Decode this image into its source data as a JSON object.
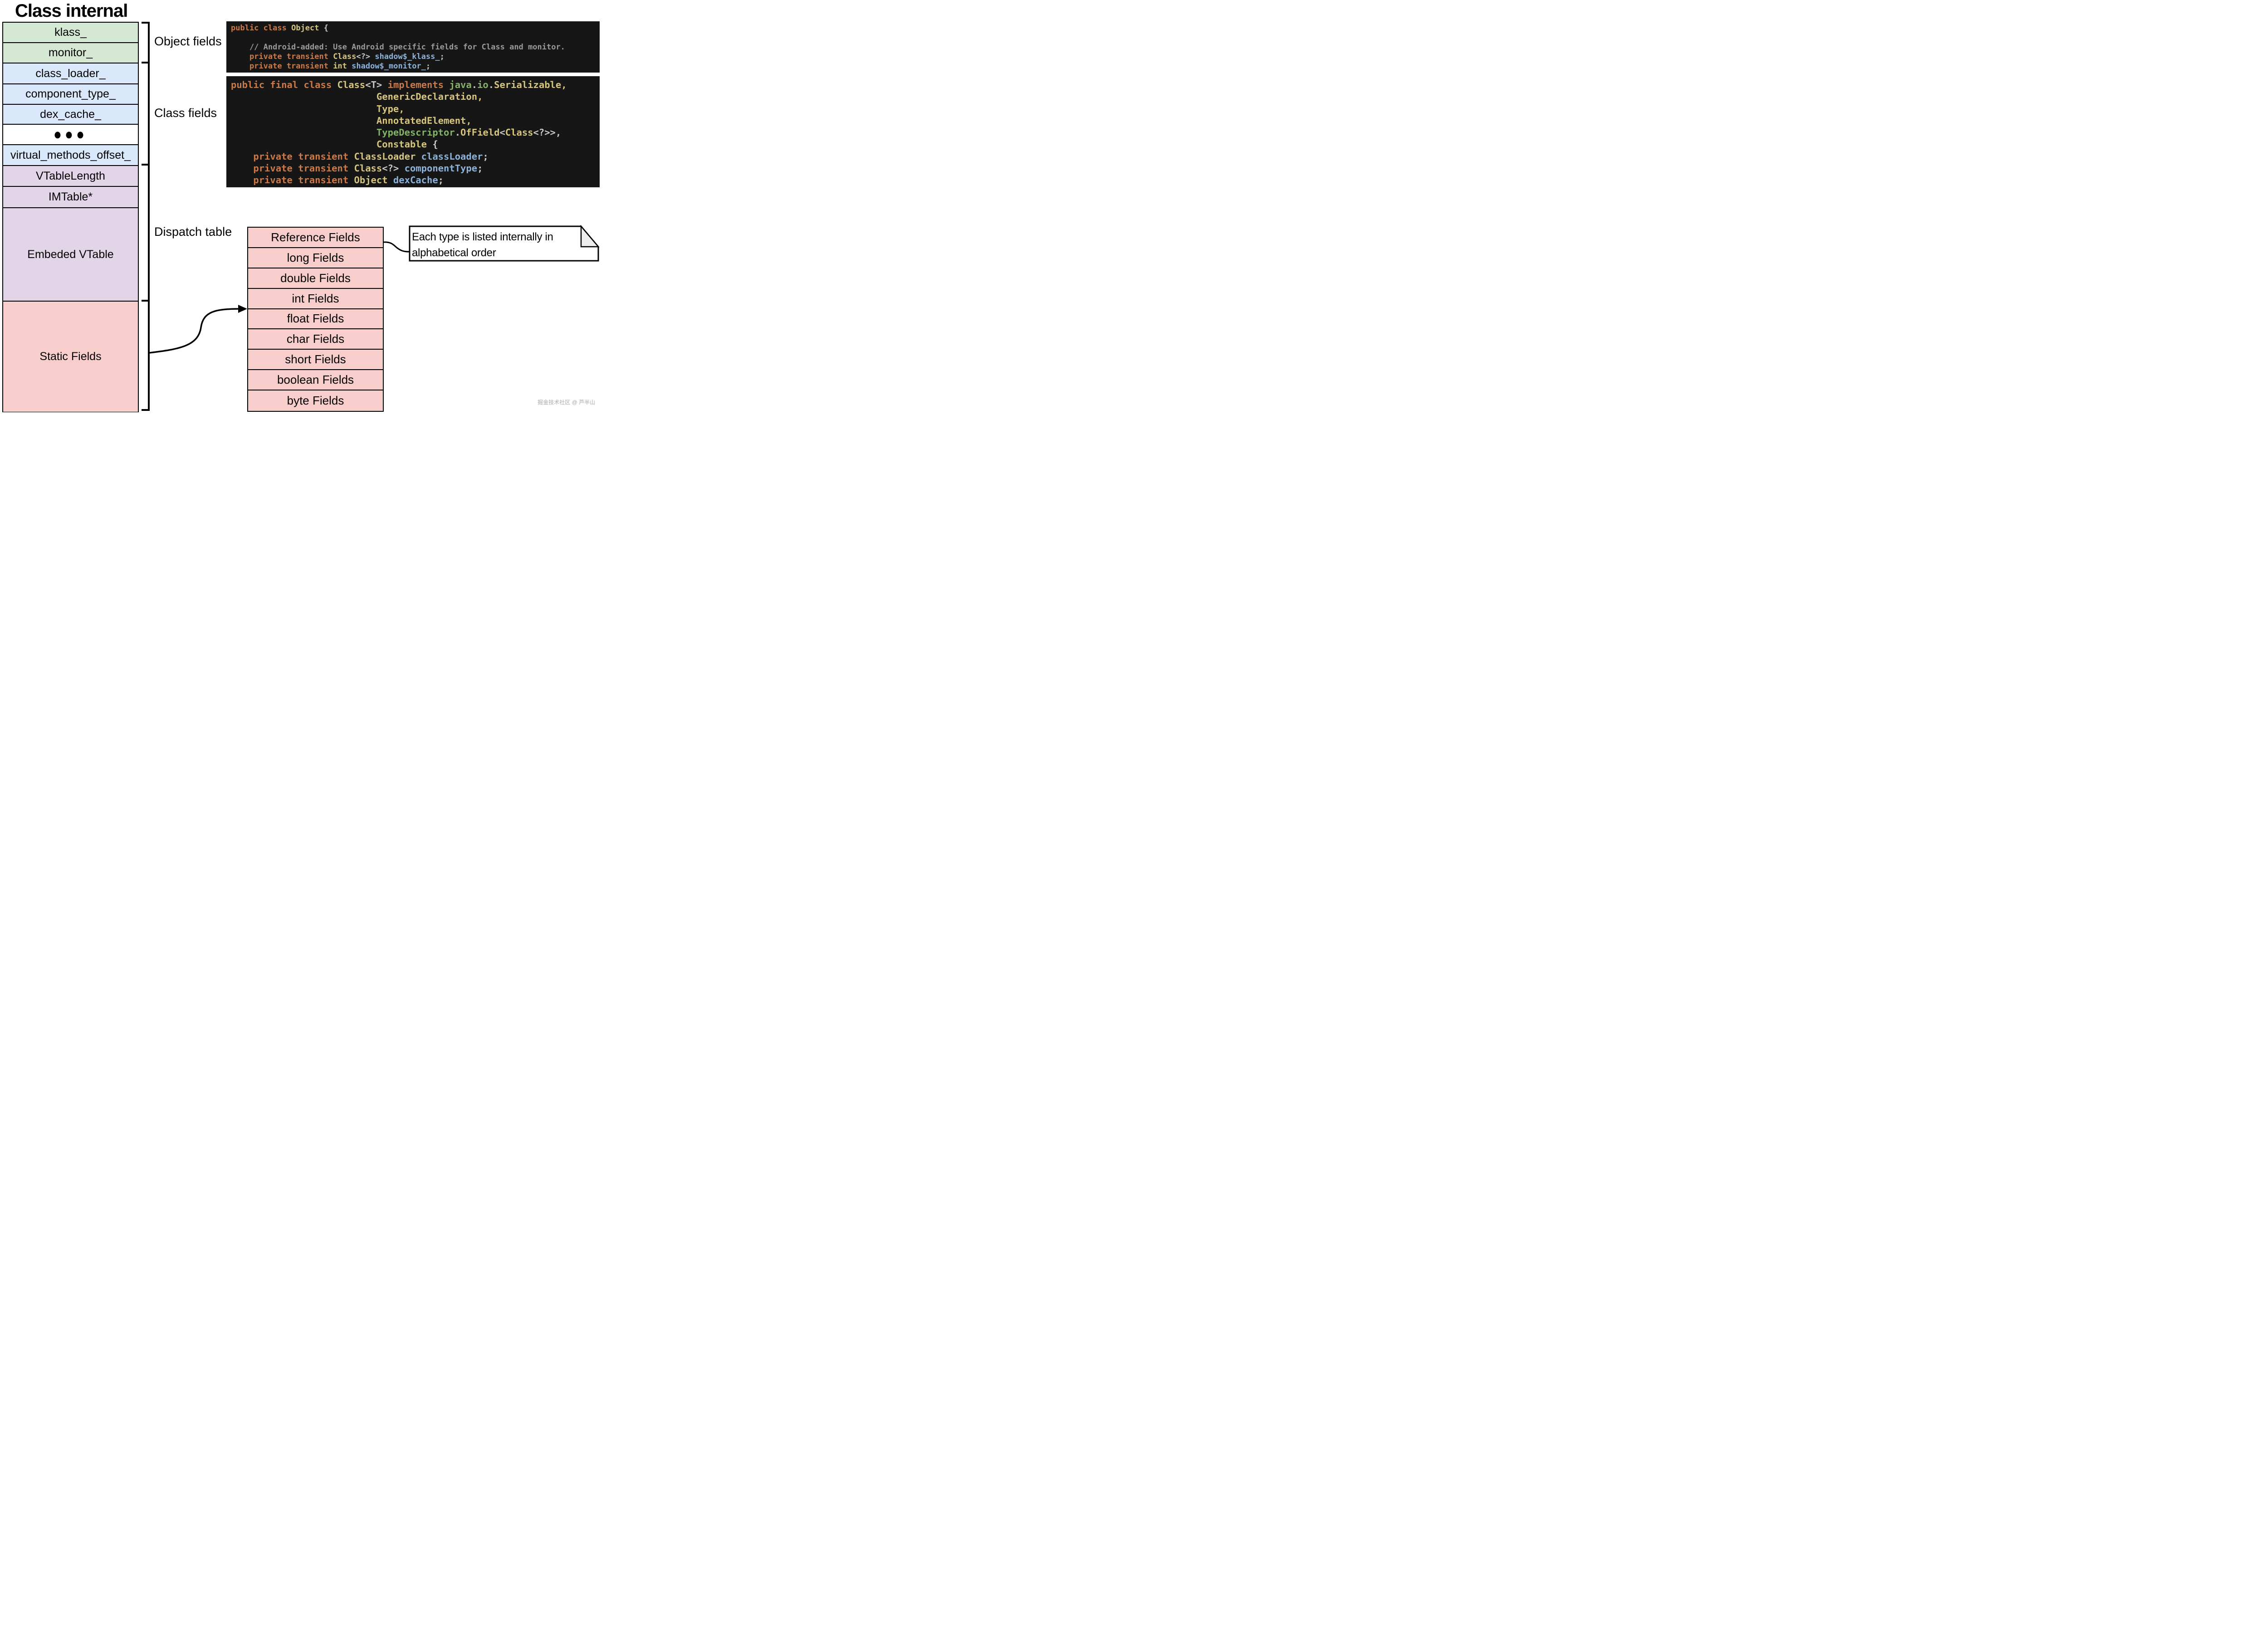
{
  "page": {
    "title": "Class internal",
    "watermark": "掘金技术社区 @ 芦半山"
  },
  "colors": {
    "object_fields_green": "#d5e8d4",
    "class_fields_blue": "#dae8fc",
    "dispatch_purple": "#e1d5e7",
    "static_pink": "#f8cecc",
    "plain_white": "#ffffff",
    "border_black": "#000000",
    "note_fold_gray": "#ededed"
  },
  "memory_table": {
    "rows": [
      {
        "label": "klass_",
        "color": "#d5e8d4"
      },
      {
        "label": "monitor_",
        "color": "#d5e8d4"
      },
      {
        "label": "class_loader_",
        "color": "#dae8fc"
      },
      {
        "label": "component_type_",
        "color": "#dae8fc"
      },
      {
        "label": "dex_cache_",
        "color": "#dae8fc"
      },
      {
        "label": "●●●",
        "color": "#ffffff"
      },
      {
        "label": "virtual_methods_offset_",
        "color": "#dae8fc"
      },
      {
        "label": "VTableLength",
        "color": "#e1d5e7"
      },
      {
        "label": "IMTable*",
        "color": "#e1d5e7"
      },
      {
        "label": "Embeded VTable",
        "color": "#e1d5e7"
      },
      {
        "label": "Static Fields",
        "color": "#f8cecc"
      }
    ]
  },
  "section_labels": [
    {
      "label": "Object fields"
    },
    {
      "label": "Class fields"
    },
    {
      "label": "Dispatch table"
    }
  ],
  "fields_table": {
    "color": "#f8cecc",
    "rows": [
      "Reference Fields",
      "long Fields",
      "double Fields",
      "int Fields",
      "float Fields",
      "char Fields",
      "short Fields",
      "boolean Fields",
      "byte Fields"
    ]
  },
  "note": {
    "text_lines": [
      "Each type is listed internally in",
      "alphabetical order"
    ]
  },
  "code_theme": {
    "background": "#161616",
    "keyword": "#cb7a47",
    "type_name": "#d6c57e",
    "identifier": "#8cb3dc",
    "comment": "#9a9a96",
    "package": "#84b368",
    "plain": "#c9c9c4"
  },
  "code_blocks": [
    {
      "name": "object-class-source",
      "lines": [
        [
          {
            "c": "keyword",
            "t": "public class"
          },
          {
            "c": "plain",
            "t": " "
          },
          {
            "c": "type_name",
            "t": "Object"
          },
          {
            "c": "plain",
            "t": " {"
          }
        ],
        [],
        [
          {
            "c": "comment",
            "t": "    // Android-added: Use Android specific fields for Class and monitor."
          }
        ],
        [
          {
            "c": "keyword",
            "t": "    private transient"
          },
          {
            "c": "plain",
            "t": " "
          },
          {
            "c": "type_name",
            "t": "Class"
          },
          {
            "c": "plain",
            "t": "<?>"
          },
          {
            "c": "identifier",
            "t": " shadow$_klass_"
          },
          {
            "c": "plain",
            "t": ";"
          }
        ],
        [
          {
            "c": "keyword",
            "t": "    private transient"
          },
          {
            "c": "plain",
            "t": " "
          },
          {
            "c": "type_name",
            "t": "int"
          },
          {
            "c": "identifier",
            "t": " shadow$_monitor_"
          },
          {
            "c": "plain",
            "t": ";"
          }
        ]
      ]
    },
    {
      "name": "class-class-source",
      "lines": [
        [
          {
            "c": "keyword",
            "t": "public final class"
          },
          {
            "c": "plain",
            "t": " "
          },
          {
            "c": "type_name",
            "t": "Class"
          },
          {
            "c": "plain",
            "t": "<T> "
          },
          {
            "c": "keyword",
            "t": "implements"
          },
          {
            "c": "plain",
            "t": " "
          },
          {
            "c": "package",
            "t": "java"
          },
          {
            "c": "plain",
            "t": "."
          },
          {
            "c": "package",
            "t": "io"
          },
          {
            "c": "plain",
            "t": "."
          },
          {
            "c": "type_name",
            "t": "Serializable,"
          }
        ],
        [
          {
            "c": "plain",
            "t": "                          "
          },
          {
            "c": "type_name",
            "t": "GenericDeclaration,"
          }
        ],
        [
          {
            "c": "plain",
            "t": "                          "
          },
          {
            "c": "type_name",
            "t": "Type,"
          }
        ],
        [
          {
            "c": "plain",
            "t": "                          "
          },
          {
            "c": "type_name",
            "t": "AnnotatedElement,"
          }
        ],
        [
          {
            "c": "plain",
            "t": "                          "
          },
          {
            "c": "package",
            "t": "TypeDescriptor"
          },
          {
            "c": "plain",
            "t": "."
          },
          {
            "c": "type_name",
            "t": "OfField"
          },
          {
            "c": "plain",
            "t": "<"
          },
          {
            "c": "type_name",
            "t": "Class"
          },
          {
            "c": "plain",
            "t": "<?>>,"
          }
        ],
        [
          {
            "c": "plain",
            "t": "                          "
          },
          {
            "c": "type_name",
            "t": "Constable"
          },
          {
            "c": "plain",
            "t": " {"
          }
        ],
        [
          {
            "c": "keyword",
            "t": "    private transient"
          },
          {
            "c": "plain",
            "t": " "
          },
          {
            "c": "type_name",
            "t": "ClassLoader"
          },
          {
            "c": "identifier",
            "t": " classLoader"
          },
          {
            "c": "plain",
            "t": ";"
          }
        ],
        [
          {
            "c": "keyword",
            "t": "    private transient"
          },
          {
            "c": "plain",
            "t": " "
          },
          {
            "c": "type_name",
            "t": "Class"
          },
          {
            "c": "plain",
            "t": "<?>"
          },
          {
            "c": "identifier",
            "t": " componentType"
          },
          {
            "c": "plain",
            "t": ";"
          }
        ],
        [
          {
            "c": "keyword",
            "t": "    private transient"
          },
          {
            "c": "plain",
            "t": " "
          },
          {
            "c": "type_name",
            "t": "Object"
          },
          {
            "c": "identifier",
            "t": " dexCache"
          },
          {
            "c": "plain",
            "t": ";"
          }
        ]
      ]
    }
  ]
}
